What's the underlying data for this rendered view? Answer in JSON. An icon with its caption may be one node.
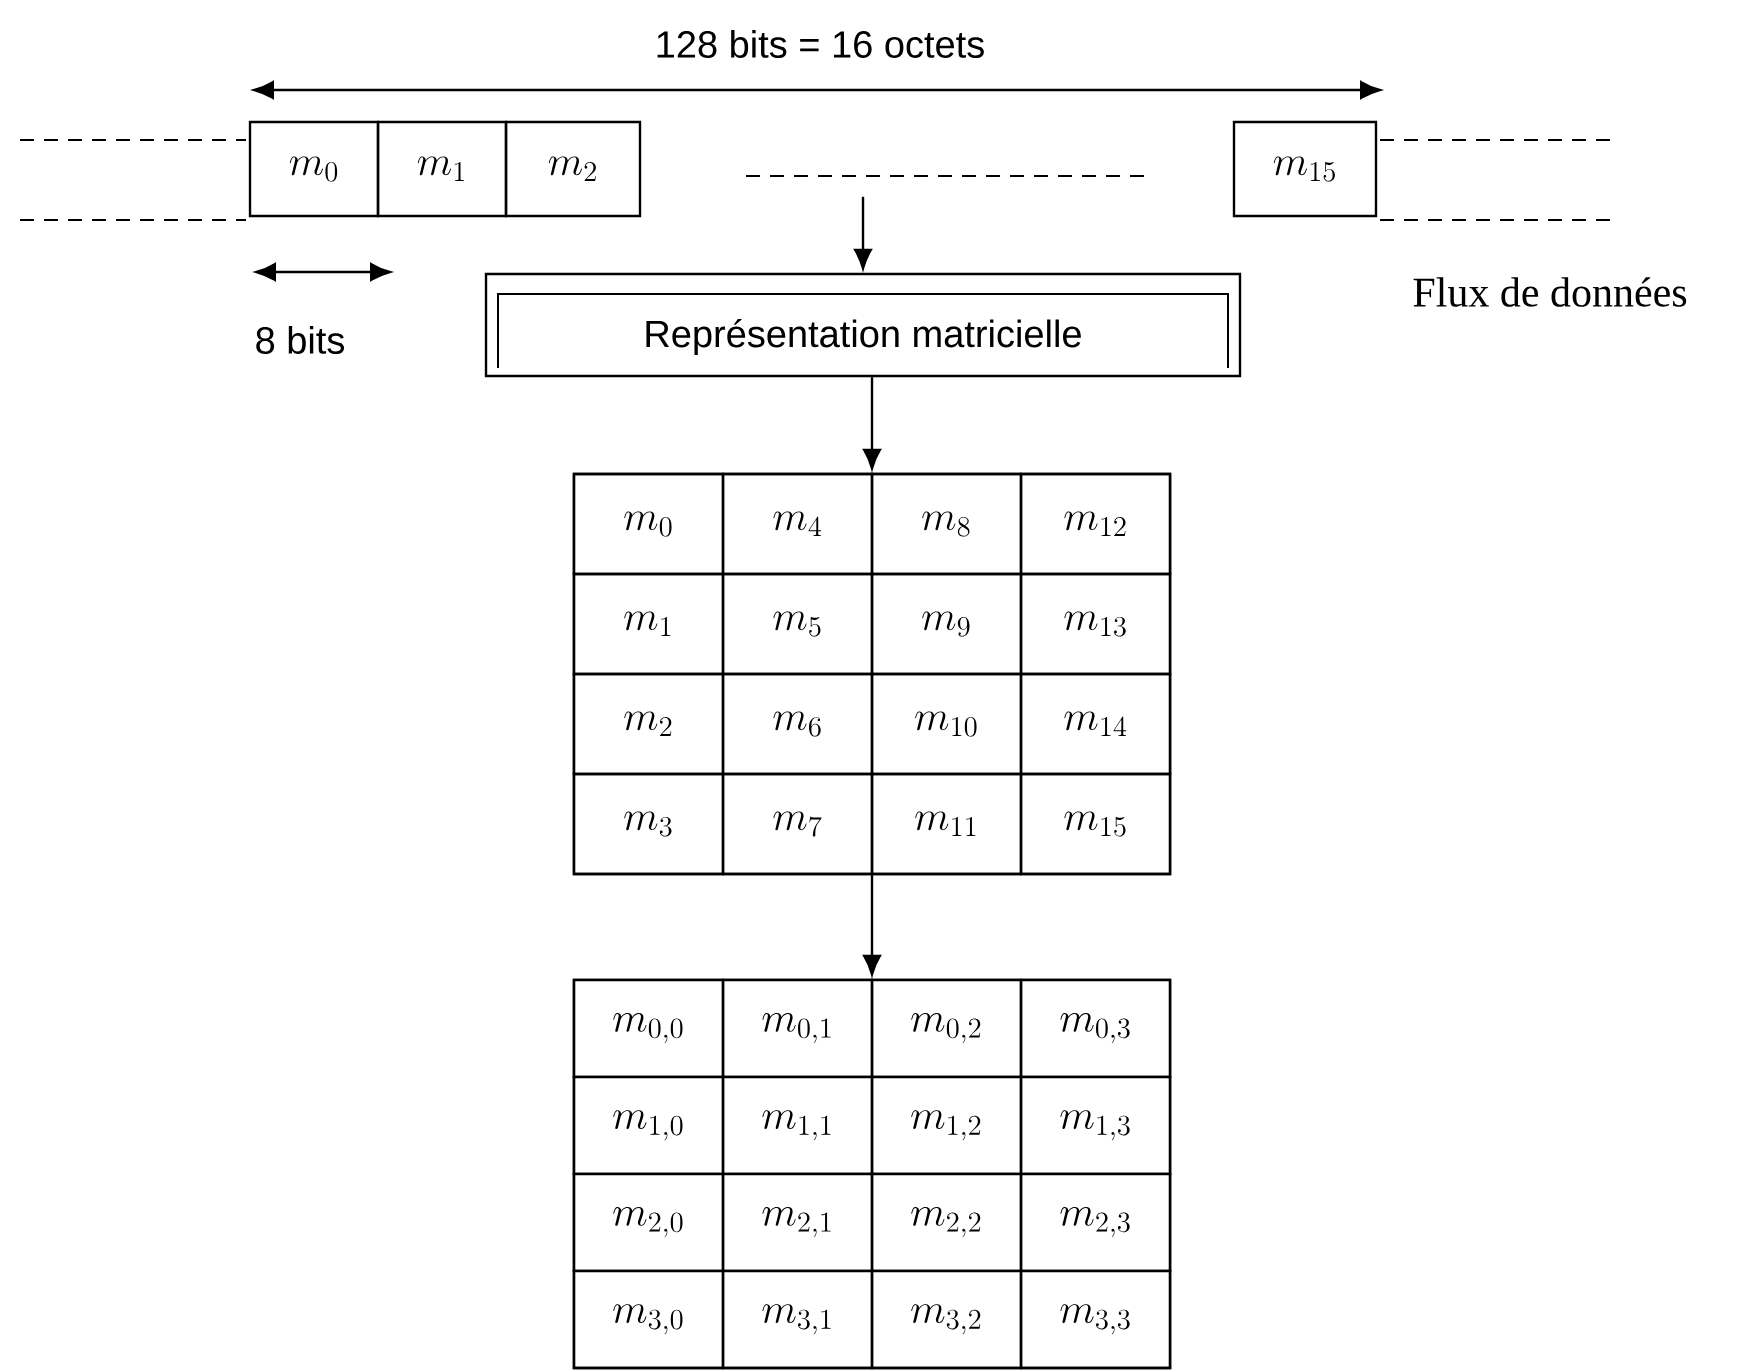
{
  "diagram": {
    "nodes": [
      {
        "text": [
          "m_{0}"
        ]
      },
      {
        "text": [
          "m_{1}"
        ]
      },
      {
        "text": [
          "m_{2}"
        ]
      },
      {
        "text": [
          "m_{15}"
        ]
      },
      {
        "text": [
          "Représentation matricielle"
        ]
      },
      {
        "text": [],
        "shape": "box"
      },
      {
        "text": [
          "m_{0}"
        ],
        "in": 5
      },
      {
        "text": [
          "m_{4}"
        ],
        "in": 5
      },
      {
        "text": [
          "m_{8}"
        ],
        "in": 5
      },
      {
        "text": [
          "m_{12}"
        ],
        "in": 5
      },
      {
        "text": [
          "m_{1}"
        ],
        "in": 5
      },
      {
        "text": [
          "m_{5}"
        ],
        "in": 5
      },
      {
        "text": [
          "m_{9}"
        ],
        "in": 5
      },
      {
        "text": [
          "m_{13}"
        ],
        "in": 5
      },
      {
        "text": [
          "m_{2}"
        ],
        "in": 5
      },
      {
        "text": [
          "m_{6}"
        ],
        "in": 5
      },
      {
        "text": [
          "m_{10}"
        ],
        "in": 5
      },
      {
        "text": [
          "m_{14}"
        ],
        "in": 5
      },
      {
        "text": [
          "m_{3}"
        ],
        "in": 5
      },
      {
        "text": [
          "m_{7}"
        ],
        "in": 5
      },
      {
        "text": [
          "m_{11}"
        ],
        "in": 5
      },
      {
        "text": [
          "m_{15}"
        ],
        "in": 5
      },
      {
        "text": [],
        "shape": "box"
      },
      {
        "text": [
          "m_{0,0}"
        ],
        "in": 22
      },
      {
        "text": [
          "m_{0,1}"
        ],
        "in": 22
      },
      {
        "text": [
          "m_{0,2}"
        ],
        "in": 22
      },
      {
        "text": [
          "m_{0,3}"
        ],
        "in": 22
      },
      {
        "text": [
          "m_{1,0}"
        ],
        "in": 22
      },
      {
        "text": [
          "m_{1,1}"
        ],
        "in": 22
      },
      {
        "text": [
          "m_{1,2}"
        ],
        "in": 22
      },
      {
        "text": [
          "m_{1,3}"
        ],
        "in": 22
      },
      {
        "text": [
          "m_{2,0}"
        ],
        "in": 22
      },
      {
        "text": [
          "m_{2,1}"
        ],
        "in": 22
      },
      {
        "text": [
          "m_{2,2}"
        ],
        "in": 22
      },
      {
        "text": [
          "m_{2,3}"
        ],
        "in": 22
      },
      {
        "text": [
          "m_{3,0}"
        ],
        "in": 22
      },
      {
        "text": [
          "m_{3,1}"
        ],
        "in": 22
      },
      {
        "text": [
          "m_{3,2}"
        ],
        "in": 22
      },
      {
        "text": [
          "m_{3,3}"
        ],
        "in": 22
      }
    ],
    "edges": [
      {
        "from": null,
        "to": 4,
        "arrow": "to"
      },
      {
        "from": 4,
        "to": 5,
        "arrow": "to"
      },
      {
        "from": 5,
        "to": 22,
        "arrow": "to"
      }
    ],
    "labels": [
      "128 bits = 16 octets",
      "8 bits",
      "Flux de données"
    ]
  }
}
